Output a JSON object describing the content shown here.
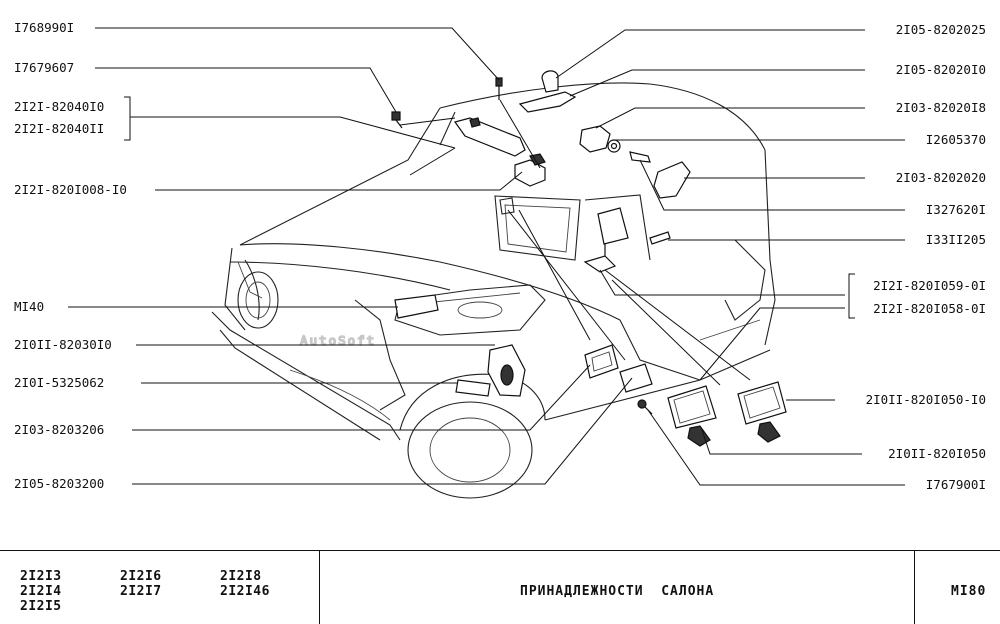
{
  "parts": {
    "left": [
      {
        "id": "p-l1",
        "number": "I768990I"
      },
      {
        "id": "p-l2",
        "number": "I7679607"
      },
      {
        "id": "p-l3",
        "number": "2I2I-82040I0"
      },
      {
        "id": "p-l4",
        "number": "2I2I-82040II"
      },
      {
        "id": "p-l5",
        "number": "2I2I-820I008-I0"
      },
      {
        "id": "p-l6",
        "number": "MI40"
      },
      {
        "id": "p-l7",
        "number": "2I0II-82030I0"
      },
      {
        "id": "p-l8",
        "number": "2I0I-5325062"
      },
      {
        "id": "p-l9",
        "number": "2I03-8203206"
      },
      {
        "id": "p-l10",
        "number": "2I05-8203200"
      }
    ],
    "right": [
      {
        "id": "p-r1",
        "number": "2I05-8202025"
      },
      {
        "id": "p-r2",
        "number": "2I05-82020I0"
      },
      {
        "id": "p-r3",
        "number": "2I03-82020I8"
      },
      {
        "id": "p-r4",
        "number": "I2605370"
      },
      {
        "id": "p-r5",
        "number": "2I03-8202020"
      },
      {
        "id": "p-r6",
        "number": "I327620I"
      },
      {
        "id": "p-r7",
        "number": "I33II205"
      },
      {
        "id": "p-r8",
        "number": "2I2I-820I059-0I"
      },
      {
        "id": "p-r9",
        "number": "2I2I-820I058-0I"
      },
      {
        "id": "p-r10",
        "number": "2I0II-820I050-I0"
      },
      {
        "id": "p-r11",
        "number": "2I0II-820I050"
      },
      {
        "id": "p-r12",
        "number": "I767900I"
      }
    ]
  },
  "watermark": "AutoSoft",
  "title_block": {
    "models": [
      "2I2I3",
      "2I2I4",
      "2I2I5",
      "2I2I6",
      "2I2I7",
      "2I2I8",
      "2I2I46"
    ],
    "title": "ПРИНАДЛЕЖНОСТИ  САЛОНА",
    "sheet_code": "MI80"
  }
}
